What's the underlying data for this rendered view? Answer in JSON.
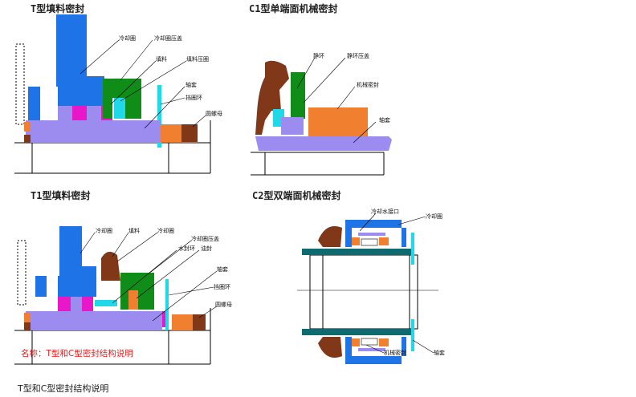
{
  "panels": {
    "t": {
      "title": "T型填料密封",
      "labels": [
        "冷却圈",
        "冷却圈压盖",
        "填料",
        "填料压圈",
        "轴套",
        "挡圈环",
        "圆螺母"
      ]
    },
    "c1": {
      "title": "C1型单端面机械密封",
      "labels": [
        "静环",
        "静环压盖",
        "机械密封",
        "轴套"
      ]
    },
    "t1": {
      "title": "T1型填料密封",
      "labels": [
        "冷却圈",
        "填料",
        "冷却圈",
        "冷却圈压盖",
        "水封环",
        "油封",
        "轴套",
        "挡圈环",
        "圆螺母"
      ]
    },
    "c2": {
      "title": "C2型双端面机械密封",
      "labels": [
        "冷却水接口",
        "冷却圈",
        "机械密封",
        "轴套"
      ]
    }
  },
  "caption": "名称：T型和C型密封结构说明",
  "footer": "T型和C型密封结构说明",
  "colors": {
    "blue": "#1e73e6",
    "green": "#108c18",
    "violet": "#9c8cf0",
    "magenta": "#e818c8",
    "cyan": "#20d8e8",
    "orange": "#f08030",
    "brown": "#803818",
    "caption_red": "#e02020"
  }
}
